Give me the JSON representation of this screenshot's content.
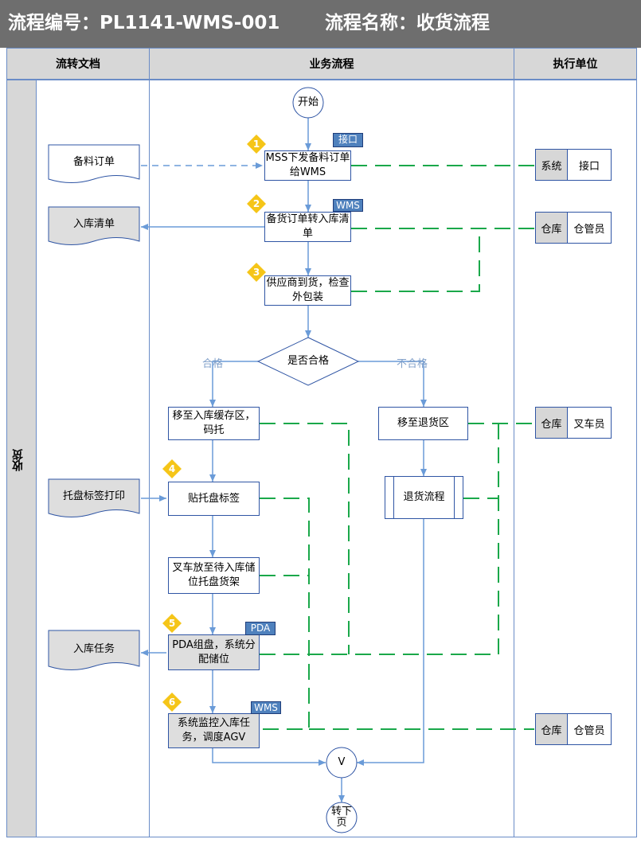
{
  "header": {
    "process_id_label": "流程编号：PL1141-WMS-001",
    "process_name_label": "流程名称：收货流程"
  },
  "columns": {
    "docs": "流转文档",
    "flow": "业务流程",
    "unit": "执行单位"
  },
  "phase": "收货",
  "documents": {
    "doc1": "备料订单",
    "doc2": "入库清单",
    "doc3": "托盘标签打印",
    "doc4": "入库任务"
  },
  "flow": {
    "start": "开始",
    "step1": "MSS下发备料订单给WMS",
    "step2": "备货订单转入库清单",
    "step3": "供应商到货，检查外包装",
    "decision": "是否合格",
    "yes_label": "合格",
    "no_label": "不合格",
    "cache": "移至入库缓存区，码托",
    "return_area": "移至退货区",
    "label": "贴托盘标签",
    "return_process": "退货流程",
    "forklift": "叉车放至待入库储位托盘货架",
    "pda": "PDA组盘，系统分配储位",
    "monitor": "系统监控入库任务，调度AGV",
    "connector": "V",
    "next_page": "转下页"
  },
  "tags": {
    "t1": "接口",
    "t2": "WMS",
    "t3": "PDA",
    "t4": "WMS"
  },
  "steps": [
    "1",
    "2",
    "3",
    "4",
    "5",
    "6"
  ],
  "units": [
    {
      "left": "系统",
      "right": "接口"
    },
    {
      "left": "仓库",
      "right": "仓管员"
    },
    {
      "left": "仓库",
      "right": "叉车员"
    },
    {
      "left": "仓库",
      "right": "仓管员"
    }
  ],
  "colors": {
    "title_bg": "#6e6e6e",
    "header_bg": "#d7d7d7",
    "box_border": "#2f55a4",
    "arrow": "#6a9bd8",
    "dashed_green": "#1aa84a",
    "tag_bg": "#4f81bd",
    "step_diamond": "#f5c518"
  }
}
